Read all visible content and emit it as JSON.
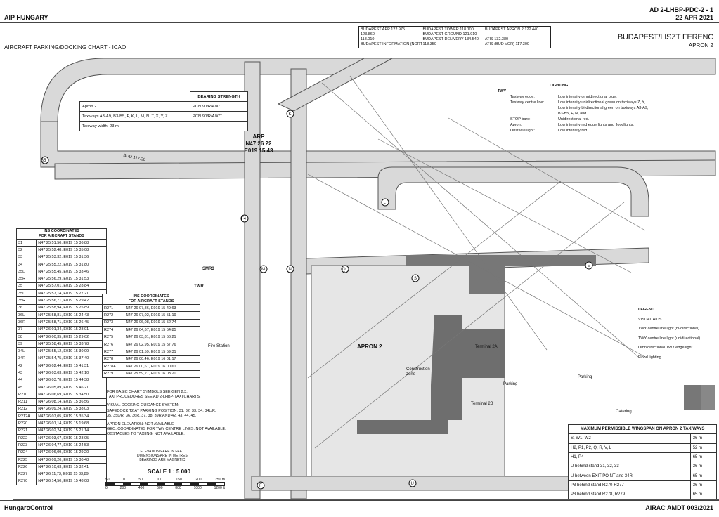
{
  "header": {
    "state": "AIP HUNGARY",
    "chart_ref": "AD 2-LHBP-PDC-2 - 1",
    "date": "22 APR 2021",
    "chart_title": "AIRCRAFT PARKING/DOCKING CHART - ICAO",
    "aerodrome": "BUDAPEST/LISZT FERENC",
    "area": "APRON 2"
  },
  "frequencies": [
    [
      "BUDAPEST APP 122.975",
      "BUDAPEST TOWER 118.100",
      "BUDAPEST APRON 2 122.440"
    ],
    [
      "123.860",
      "BUDAPEST GROUND 121.910",
      ""
    ],
    [
      "118.010",
      "BUDAPEST DELIVERY 134.540",
      "ATIS 132.380"
    ],
    [
      "BUDAPEST INFORMATION (NORTH)",
      "118.350",
      "ATIS (BUD VOR) 117.300"
    ]
  ],
  "bearing": {
    "header": "BEARING STRENGTH",
    "rows": [
      [
        "Apron 2",
        "PCN 90/R/A/X/T"
      ],
      [
        "Taxiways A3-A9, B3-B5, F, K, L, M, N, T, X, Y, Z",
        "PCN 90/R/A/X/T"
      ]
    ],
    "width_note": "Taxiway width: 23 m."
  },
  "arp": {
    "title": "ARP",
    "lat": "N47 26 22",
    "lon": "E019 15 43"
  },
  "lighting": {
    "title": "LIGHTING",
    "sub": "TWY",
    "rows": [
      [
        "Taxiway edge:",
        "Low intensity omnidirectional blue."
      ],
      [
        "Taxiway centre line:",
        "Low intensity unidirectional green on taxiways Z, Y,"
      ],
      [
        "",
        "Low intensity bi-directional green on taxiways A3-A9,"
      ],
      [
        "",
        "B3-B5, F, N, and L."
      ],
      [
        "STOP bars:",
        "Unidirectional red."
      ],
      [
        "Apron:",
        "Low intensity red edge lights and floodlights."
      ],
      [
        "Obstacle light:",
        "Low intensity red."
      ]
    ]
  },
  "ins1": {
    "title1": "INS COORDINATES",
    "title2": "FOR AIRCRAFT STANDS",
    "rows": [
      [
        "31",
        "N47 25 51,50, E019 15 36,88"
      ],
      [
        "32",
        "N47 25 52,48, E019 15 35,08"
      ],
      [
        "33",
        "N47 25 53,32, E019 15 31,36"
      ],
      [
        "34",
        "N47 25 55,22, E019 15 31,80"
      ],
      [
        "35L",
        "N47 25 55,45, E019 15 33,46"
      ],
      [
        "35R",
        "N47 25 56,29, E019 15 31,53"
      ],
      [
        "35",
        "N47 25 57,01, E019 15 28,84"
      ],
      [
        "35L",
        "N47 25 57,14, E019 15 27,21"
      ],
      [
        "35R",
        "N47 25 56,71, E019 15 29,42"
      ],
      [
        "36",
        "N47 25 58,94, E019 15 25,89"
      ],
      [
        "36L",
        "N47 25 58,81, E019 15 24,43"
      ],
      [
        "36R",
        "N47 25 58,71, E019 15 26,45"
      ],
      [
        "37",
        "N47 26 01,34, E019 15 28,01"
      ],
      [
        "38",
        "N47 26 00,35, E019 15 29,62"
      ],
      [
        "39",
        "N47 25 58,45, E019 15 33,78"
      ],
      [
        "34L",
        "N47 25 55,12, E019 15 30,09"
      ],
      [
        "34R",
        "N47 25 54,75, E019 15 37,40"
      ],
      [
        "42",
        "N47 26 02,44, E019 15 41,31"
      ],
      [
        "43",
        "N47 26 03,03, E019 15 42,10"
      ],
      [
        "44",
        "N47 26 03,78, E019 15 44,38"
      ],
      [
        "45",
        "N47 26 05,89, E019 15 46,21"
      ],
      [
        "R210",
        "N47 26 06,69, E019 15 34,50"
      ],
      [
        "R211",
        "N47 26 08,14, E019 15 36,56"
      ],
      [
        "R212",
        "N47 26 09,24, E019 15 38,03"
      ],
      [
        "R212A",
        "N47 26 07,05, E019 15 35,34"
      ],
      [
        "R220",
        "N47 26 01,14, E019 15 19,68"
      ],
      [
        "R221",
        "N47 26 02,24, E019 15 21,14"
      ],
      [
        "R222",
        "N47 26 03,67, E019 15 23,05"
      ],
      [
        "R223",
        "N47 26 04,77, E019 15 24,53"
      ],
      [
        "R224",
        "N47 26 06,09, E019 15 29,20"
      ],
      [
        "R225",
        "N47 26 09,20, E019 15 30,48"
      ],
      [
        "R226",
        "N47 26 10,63, E019 15 32,41"
      ],
      [
        "R227",
        "N47 26 11,73, E019 15 33,89"
      ],
      [
        "R270",
        "N47 26 14,50, E019 15 48,08"
      ]
    ]
  },
  "ins2": {
    "title1": "INS COORDINATES",
    "title2": "FOR AIRCRAFT STANDS",
    "rows": [
      [
        "R271",
        "N47 26 07,86, E019 15 49,63"
      ],
      [
        "R272",
        "N47 26 07,02, E019 15 51,19"
      ],
      [
        "R273",
        "N47 26 06,08, E019 15 52,74"
      ],
      [
        "R274",
        "N47 26 04,67, E019 15 54,85"
      ],
      [
        "R275",
        "N47 26 03,81, E019 15 56,21"
      ],
      [
        "R276",
        "N47 26 02,95, E019 15 57,76"
      ],
      [
        "R277",
        "N47 26 01,59, E019 15 59,31"
      ],
      [
        "R278",
        "N47 26 00,46, E019 16 01,17"
      ],
      [
        "R278A",
        "N47 26 00,61, E019 16 00,61"
      ],
      [
        "R279",
        "N47 25 59,27, E019 16 03,20"
      ]
    ]
  },
  "notes": [
    "FOR BASIC CHART SYMBOLS SEE GEN 2.3.",
    "TAXI PROCEDURES SEE AD 2-LHBP-TAXI CHARTS.",
    "",
    "VISUAL DOCKING GUIDANCE SYSTEM:",
    "SAFEDOCK T2 AT PARKING POSITION: 31, 32, 33, 34, 34L/R,",
    "35, 35L/R, 36, 36R, 37, 38, 39R AND 42, 43, 44, 45.",
    "",
    "APRON ELEVATION: NOT AVAILABLE",
    "GEO. COORDINATES FOR TWY CENTRE LINES: NOT AVAILABLE.",
    "OBSTACLES TO TAXIING: NOT AVAILABLE."
  ],
  "units_note": [
    "ELEVATIONS ARE IN FEET",
    "DIMENSIONS ARE IN METRES",
    "BEARINGS ARE MAGNETIC"
  ],
  "scale": {
    "label": "SCALE  1 : 5 000",
    "ticks_m": [
      "50",
      "0",
      "50",
      "100",
      "150",
      "200",
      "250 m"
    ],
    "ticks_ft": [
      "0",
      "200",
      "400",
      "600",
      "800",
      "1000",
      "1200 ft"
    ]
  },
  "wingspan": {
    "title": "MAXIMUM PERMISSIBLE WINGSPAN ON APRON 2 TAXIWAYS",
    "rows": [
      [
        "S, W1, W2",
        "36 m"
      ],
      [
        "H2, P1, P2, Q, R, V, L",
        "52 m"
      ],
      [
        "H1, P4",
        "65 m"
      ],
      [
        "U behind stand 31, 32, 33",
        "36 m"
      ],
      [
        "U between EXIT POINT and 34R",
        "65 m"
      ],
      [
        "P3 behind stand R270-R277",
        "36 m"
      ],
      [
        "P3 behind stand R278, R279",
        "65 m"
      ]
    ]
  },
  "legend": {
    "title": "LEGEND",
    "sub": "VISUAL AIDS",
    "items": [
      "TWY centre line light (bi-directional)",
      "TWY centre line light (unidirectional)",
      "Omnidirectional TWY edge light",
      "Flood lighting"
    ]
  },
  "map_labels": {
    "apron": "APRON 2",
    "terminal2a": "Terminal 2A",
    "terminal2b": "Terminal 2B",
    "parking1": "Parking",
    "parking2": "Parking",
    "catering": "Catering",
    "fire": "Fire Station",
    "construction": "Construction zone",
    "smr": "SMR3",
    "twr": "TWR",
    "bud": "BUD 117.30"
  },
  "footer": {
    "org": "HungaroControl",
    "amdt": "AIRAC AMDT 003/2021"
  }
}
